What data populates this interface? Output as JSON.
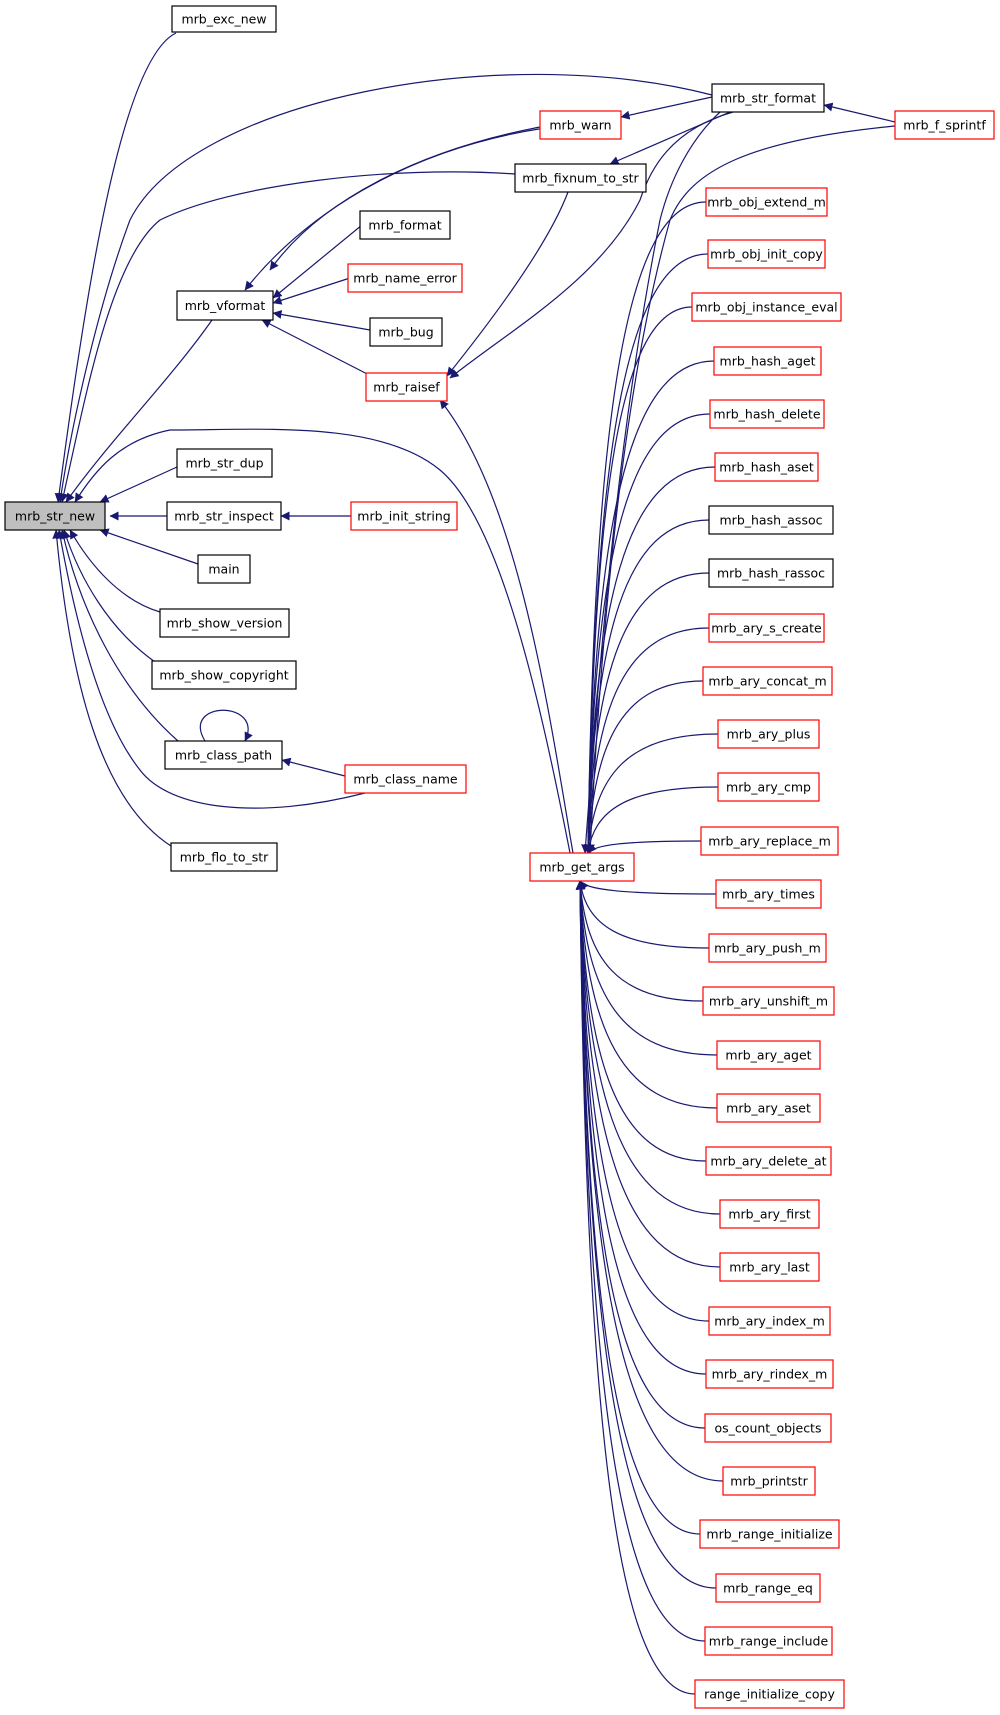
{
  "colors": {
    "edge": "#191970",
    "border_black": "#000000",
    "border_red": "#ff0000",
    "root_fill": "#bfbfbf",
    "node_fill": "#ffffff",
    "text": "#000000"
  },
  "nodes": [
    {
      "id": "mrb_str_new",
      "label": "mrb_str_new",
      "border": "black",
      "root": true
    },
    {
      "id": "mrb_exc_new",
      "label": "mrb_exc_new",
      "border": "black"
    },
    {
      "id": "mrb_str_format",
      "label": "mrb_str_format",
      "border": "black"
    },
    {
      "id": "mrb_f_sprintf",
      "label": "mrb_f_sprintf",
      "border": "red"
    },
    {
      "id": "mrb_warn",
      "label": "mrb_warn",
      "border": "red"
    },
    {
      "id": "mrb_fixnum_to_str",
      "label": "mrb_fixnum_to_str",
      "border": "black"
    },
    {
      "id": "mrb_format",
      "label": "mrb_format",
      "border": "black"
    },
    {
      "id": "mrb_vformat",
      "label": "mrb_vformat",
      "border": "black"
    },
    {
      "id": "mrb_name_error",
      "label": "mrb_name_error",
      "border": "red"
    },
    {
      "id": "mrb_bug",
      "label": "mrb_bug",
      "border": "black"
    },
    {
      "id": "mrb_raisef",
      "label": "mrb_raisef",
      "border": "red"
    },
    {
      "id": "mrb_str_dup",
      "label": "mrb_str_dup",
      "border": "black"
    },
    {
      "id": "mrb_str_inspect",
      "label": "mrb_str_inspect",
      "border": "black"
    },
    {
      "id": "mrb_init_string",
      "label": "mrb_init_string",
      "border": "red"
    },
    {
      "id": "main",
      "label": "main",
      "border": "black"
    },
    {
      "id": "mrb_show_version",
      "label": "mrb_show_version",
      "border": "black"
    },
    {
      "id": "mrb_show_copyright",
      "label": "mrb_show_copyright",
      "border": "black"
    },
    {
      "id": "mrb_class_path",
      "label": "mrb_class_path",
      "border": "black"
    },
    {
      "id": "mrb_class_name",
      "label": "mrb_class_name",
      "border": "red"
    },
    {
      "id": "mrb_flo_to_str",
      "label": "mrb_flo_to_str",
      "border": "black"
    },
    {
      "id": "mrb_get_args",
      "label": "mrb_get_args",
      "border": "red"
    },
    {
      "id": "mrb_obj_extend_m",
      "label": "mrb_obj_extend_m",
      "border": "red"
    },
    {
      "id": "mrb_obj_init_copy",
      "label": "mrb_obj_init_copy",
      "border": "red"
    },
    {
      "id": "mrb_obj_instance_eval",
      "label": "mrb_obj_instance_eval",
      "border": "red"
    },
    {
      "id": "mrb_hash_aget",
      "label": "mrb_hash_aget",
      "border": "red"
    },
    {
      "id": "mrb_hash_delete",
      "label": "mrb_hash_delete",
      "border": "red"
    },
    {
      "id": "mrb_hash_aset",
      "label": "mrb_hash_aset",
      "border": "red"
    },
    {
      "id": "mrb_hash_assoc",
      "label": "mrb_hash_assoc",
      "border": "black"
    },
    {
      "id": "mrb_hash_rassoc",
      "label": "mrb_hash_rassoc",
      "border": "black"
    },
    {
      "id": "mrb_ary_s_create",
      "label": "mrb_ary_s_create",
      "border": "red"
    },
    {
      "id": "mrb_ary_concat_m",
      "label": "mrb_ary_concat_m",
      "border": "red"
    },
    {
      "id": "mrb_ary_plus",
      "label": "mrb_ary_plus",
      "border": "red"
    },
    {
      "id": "mrb_ary_cmp",
      "label": "mrb_ary_cmp",
      "border": "red"
    },
    {
      "id": "mrb_ary_replace_m",
      "label": "mrb_ary_replace_m",
      "border": "red"
    },
    {
      "id": "mrb_ary_times",
      "label": "mrb_ary_times",
      "border": "red"
    },
    {
      "id": "mrb_ary_push_m",
      "label": "mrb_ary_push_m",
      "border": "red"
    },
    {
      "id": "mrb_ary_unshift_m",
      "label": "mrb_ary_unshift_m",
      "border": "red"
    },
    {
      "id": "mrb_ary_aget",
      "label": "mrb_ary_aget",
      "border": "red"
    },
    {
      "id": "mrb_ary_aset",
      "label": "mrb_ary_aset",
      "border": "red"
    },
    {
      "id": "mrb_ary_delete_at",
      "label": "mrb_ary_delete_at",
      "border": "red"
    },
    {
      "id": "mrb_ary_first",
      "label": "mrb_ary_first",
      "border": "red"
    },
    {
      "id": "mrb_ary_last",
      "label": "mrb_ary_last",
      "border": "red"
    },
    {
      "id": "mrb_ary_index_m",
      "label": "mrb_ary_index_m",
      "border": "red"
    },
    {
      "id": "mrb_ary_rindex_m",
      "label": "mrb_ary_rindex_m",
      "border": "red"
    },
    {
      "id": "os_count_objects",
      "label": "os_count_objects",
      "border": "red"
    },
    {
      "id": "mrb_printstr",
      "label": "mrb_printstr",
      "border": "red"
    },
    {
      "id": "mrb_range_initialize",
      "label": "mrb_range_initialize",
      "border": "red"
    },
    {
      "id": "mrb_range_eq",
      "label": "mrb_range_eq",
      "border": "red"
    },
    {
      "id": "mrb_range_include",
      "label": "mrb_range_include",
      "border": "red"
    },
    {
      "id": "range_initialize_copy",
      "label": "range_initialize_copy",
      "border": "red"
    }
  ],
  "edges": [
    [
      "mrb_exc_new",
      "mrb_str_new"
    ],
    [
      "mrb_str_format",
      "mrb_str_new"
    ],
    [
      "mrb_warn",
      "mrb_str_new"
    ],
    [
      "mrb_fixnum_to_str",
      "mrb_str_new"
    ],
    [
      "mrb_vformat",
      "mrb_str_new"
    ],
    [
      "mrb_get_args",
      "mrb_str_new"
    ],
    [
      "mrb_str_dup",
      "mrb_str_new"
    ],
    [
      "mrb_str_inspect",
      "mrb_str_new"
    ],
    [
      "main",
      "mrb_str_new"
    ],
    [
      "mrb_show_version",
      "mrb_str_new"
    ],
    [
      "mrb_show_copyright",
      "mrb_str_new"
    ],
    [
      "mrb_class_path",
      "mrb_str_new"
    ],
    [
      "mrb_class_name",
      "mrb_str_new"
    ],
    [
      "mrb_flo_to_str",
      "mrb_str_new"
    ],
    [
      "mrb_f_sprintf",
      "mrb_str_format"
    ],
    [
      "mrb_str_format",
      "mrb_warn"
    ],
    [
      "mrb_str_format",
      "mrb_fixnum_to_str"
    ],
    [
      "mrb_str_format",
      "mrb_raisef"
    ],
    [
      "mrb_fixnum_to_str",
      "mrb_raisef"
    ],
    [
      "mrb_warn",
      "mrb_vformat"
    ],
    [
      "mrb_format",
      "mrb_vformat"
    ],
    [
      "mrb_name_error",
      "mrb_vformat"
    ],
    [
      "mrb_bug",
      "mrb_vformat"
    ],
    [
      "mrb_raisef",
      "mrb_vformat"
    ],
    [
      "mrb_get_args",
      "mrb_raisef"
    ],
    [
      "mrb_init_string",
      "mrb_str_inspect"
    ],
    [
      "mrb_class_path",
      "mrb_class_path"
    ],
    [
      "mrb_class_name",
      "mrb_class_path"
    ],
    [
      "mrb_f_sprintf",
      "mrb_get_args"
    ],
    [
      "mrb_str_format",
      "mrb_get_args"
    ],
    [
      "mrb_obj_extend_m",
      "mrb_get_args"
    ],
    [
      "mrb_obj_init_copy",
      "mrb_get_args"
    ],
    [
      "mrb_obj_instance_eval",
      "mrb_get_args"
    ],
    [
      "mrb_hash_aget",
      "mrb_get_args"
    ],
    [
      "mrb_hash_delete",
      "mrb_get_args"
    ],
    [
      "mrb_hash_aset",
      "mrb_get_args"
    ],
    [
      "mrb_hash_assoc",
      "mrb_get_args"
    ],
    [
      "mrb_hash_rassoc",
      "mrb_get_args"
    ],
    [
      "mrb_ary_s_create",
      "mrb_get_args"
    ],
    [
      "mrb_ary_concat_m",
      "mrb_get_args"
    ],
    [
      "mrb_ary_plus",
      "mrb_get_args"
    ],
    [
      "mrb_ary_cmp",
      "mrb_get_args"
    ],
    [
      "mrb_ary_replace_m",
      "mrb_get_args"
    ],
    [
      "mrb_ary_times",
      "mrb_get_args"
    ],
    [
      "mrb_ary_push_m",
      "mrb_get_args"
    ],
    [
      "mrb_ary_unshift_m",
      "mrb_get_args"
    ],
    [
      "mrb_ary_aget",
      "mrb_get_args"
    ],
    [
      "mrb_ary_aset",
      "mrb_get_args"
    ],
    [
      "mrb_ary_delete_at",
      "mrb_get_args"
    ],
    [
      "mrb_ary_first",
      "mrb_get_args"
    ],
    [
      "mrb_ary_last",
      "mrb_get_args"
    ],
    [
      "mrb_ary_index_m",
      "mrb_get_args"
    ],
    [
      "mrb_ary_rindex_m",
      "mrb_get_args"
    ],
    [
      "os_count_objects",
      "mrb_get_args"
    ],
    [
      "mrb_printstr",
      "mrb_get_args"
    ],
    [
      "mrb_range_initialize",
      "mrb_get_args"
    ],
    [
      "mrb_range_eq",
      "mrb_get_args"
    ],
    [
      "mrb_range_include",
      "mrb_get_args"
    ],
    [
      "range_initialize_copy",
      "mrb_get_args"
    ]
  ]
}
